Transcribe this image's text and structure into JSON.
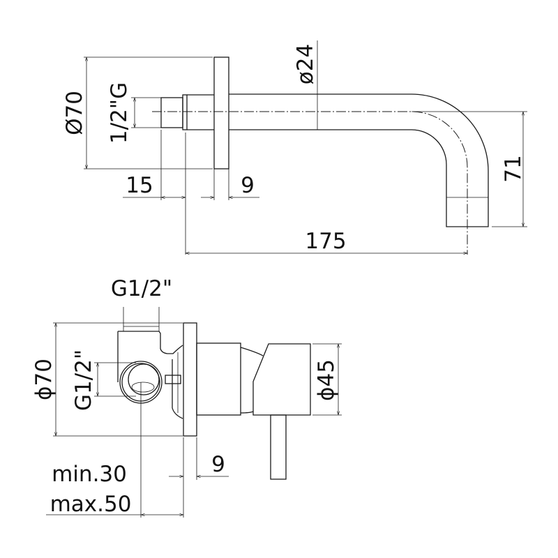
{
  "top_view": {
    "flange_diameter": "Ø70",
    "thread": "1/2\"G",
    "pipe_diameter": "ø24",
    "thread_length": "15",
    "flange_thickness": "9",
    "projection": "175",
    "drop_height": "71"
  },
  "bottom_view": {
    "thread_top": "G1/2\"",
    "thread_side": "G1/2\"",
    "flange_diameter": "ϕ70",
    "handle_diameter": "ϕ45",
    "flange_thickness": "9",
    "depth_min": "min.30",
    "depth_max": "max.50"
  }
}
